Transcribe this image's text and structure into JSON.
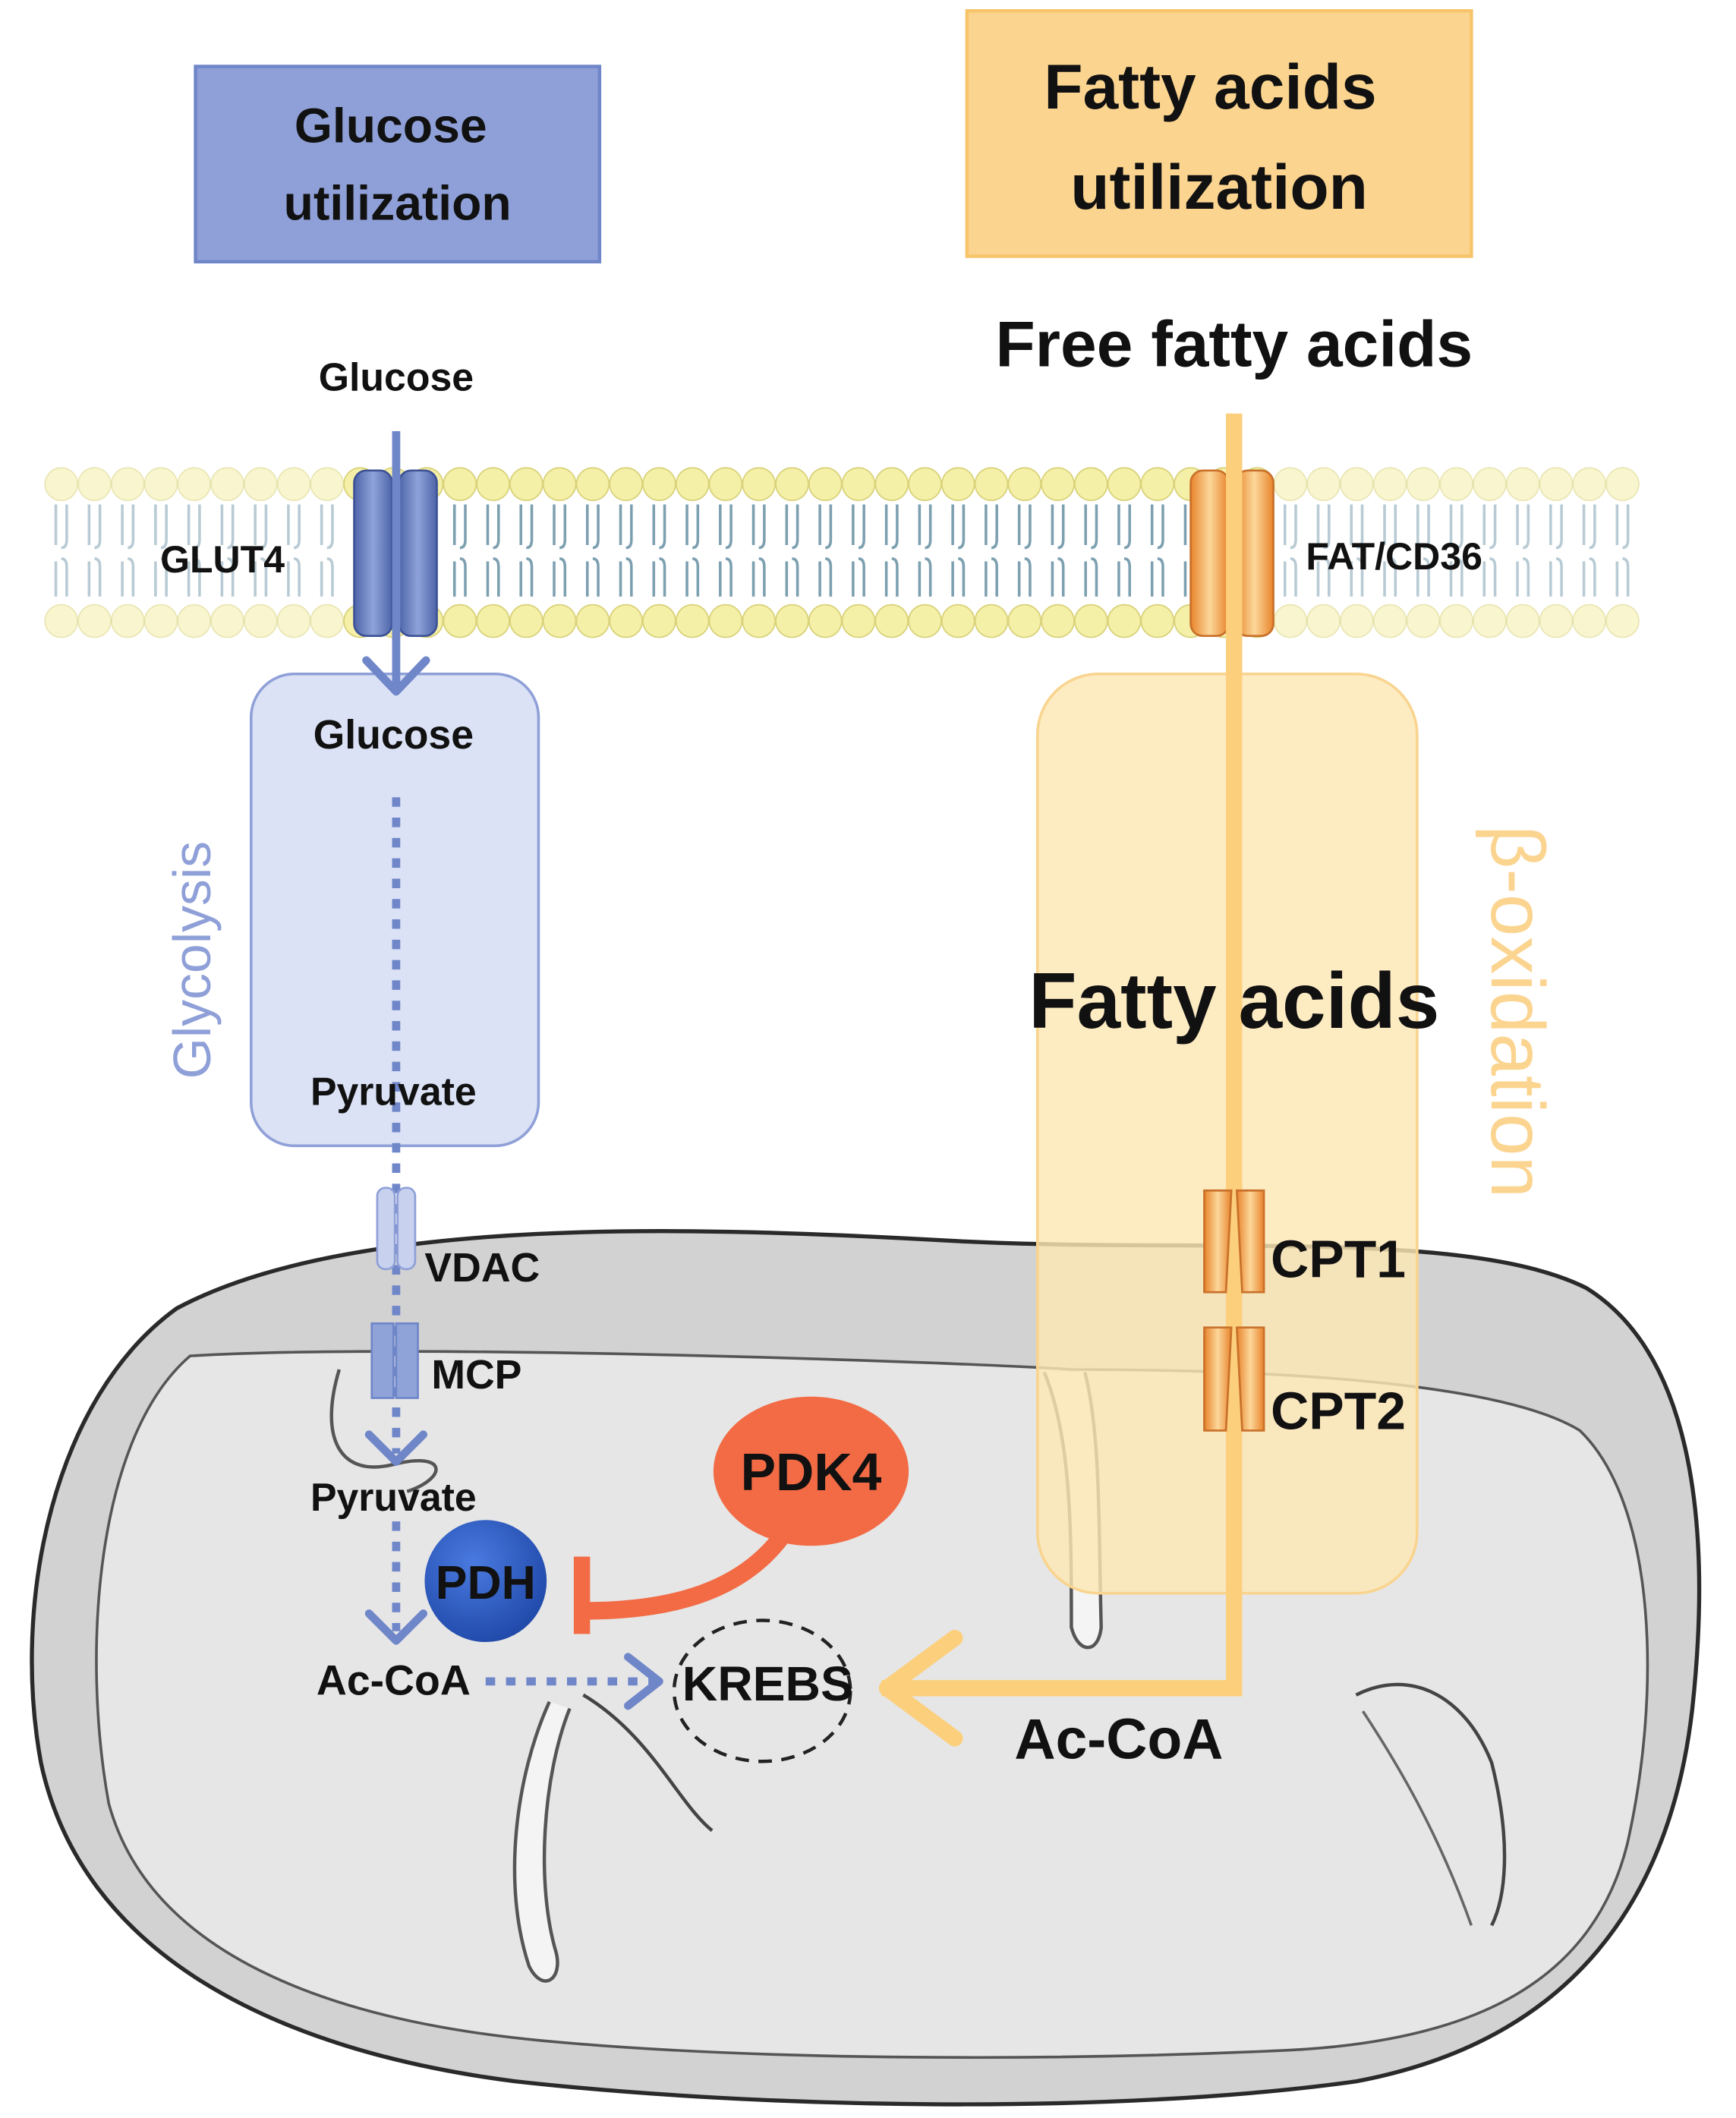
{
  "labels": {
    "glucose_box": [
      "Glucose",
      "utilization"
    ],
    "fatty_box": [
      "Fatty acids",
      "utilization"
    ],
    "free_fatty_acids": "Free fatty acids",
    "glucose_out": "Glucose",
    "glut4": "GLUT4",
    "fat_cd36": "FAT/CD36",
    "glucose_in": "Glucose",
    "glycolysis": "Glycolysis",
    "pyruvate_cyto": "Pyruvate",
    "fatty_acids": "Fatty acids",
    "beta_oxidation": "β-oxidation",
    "vdac": "VDAC",
    "cpt1": "CPT1",
    "mcp": "MCP",
    "cpt2": "CPT2",
    "pdk4": "PDK4",
    "pyruvate_mito": "Pyruvate",
    "pdh": "PDH",
    "accoa_left": "Ac-CoA",
    "krebs": "KREBS",
    "accoa_right": "Ac-CoA"
  },
  "colors": {
    "glucose_box_fill": "#8fa0d8",
    "glucose_box_border": "#6f86c9",
    "fatty_box_fill": "#fbd490",
    "fatty_box_border": "#f7c46a",
    "membrane_head": "#f5f0a8",
    "membrane_tail": "#7da0b0",
    "glut4": "#6f86c9",
    "fat_transporter": "#f4a246",
    "glycolysis_text": "#8fa0d8",
    "beta_ox_text": "#fbd490",
    "blue_arrow": "#6f86c9",
    "orange_arrow": "#fccf7c",
    "mito_outer": "#d2d2d2",
    "mito_inner": "#e6e6e6",
    "pdk4": "#f26b45",
    "pdh": "#2f5fc4"
  }
}
